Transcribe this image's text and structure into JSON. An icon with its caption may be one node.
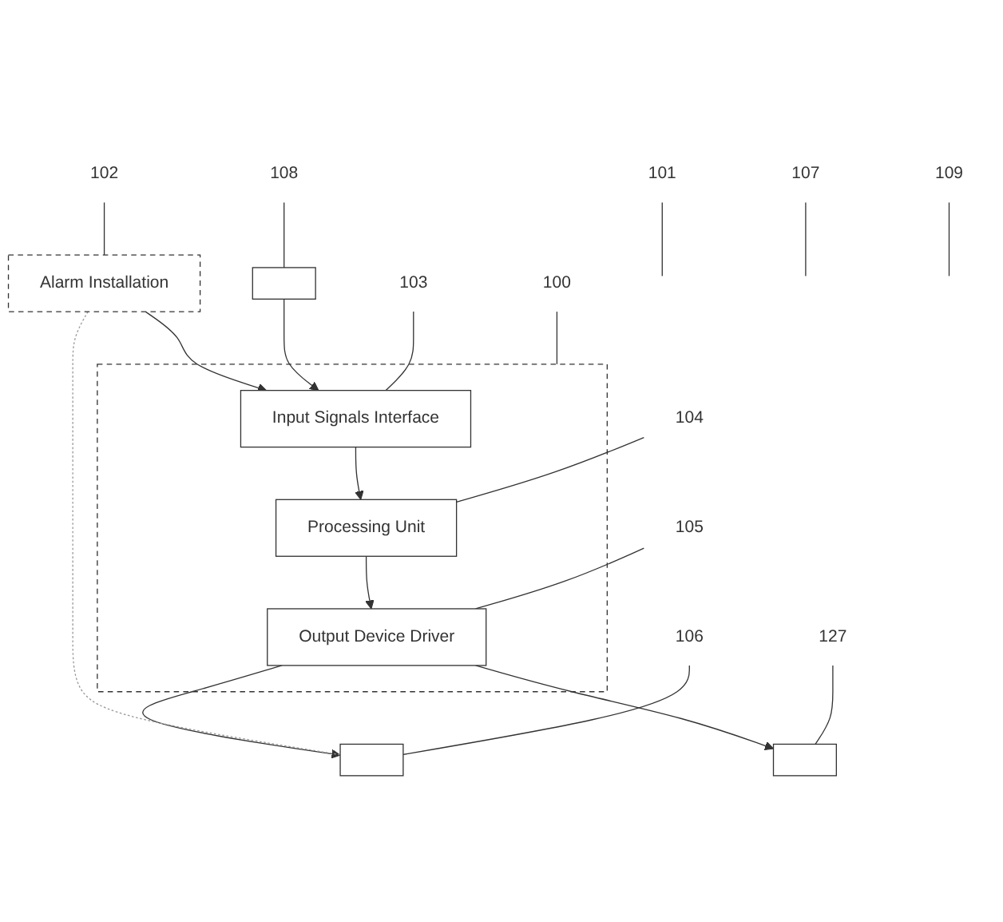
{
  "diagram": {
    "nodes": [
      {
        "text": [
          "Alarm Installation"
        ]
      },
      {
        "text": [],
        "shape": "box"
      },
      {
        "text": [
          "Input Signals Interface"
        ],
        "in": 1
      },
      {
        "text": [
          "Processing Unit"
        ],
        "in": 1
      },
      {
        "text": [
          "Output Device Driver"
        ],
        "in": 1
      },
      {
        "text": [],
        "shape": "box"
      },
      {
        "text": [],
        "shape": "box"
      },
      {
        "text": [],
        "shape": "box"
      },
      {
        "text": [
          "102"
        ]
      },
      {
        "text": [
          "101"
        ]
      },
      {
        "text": [
          "107"
        ]
      },
      {
        "text": [
          "100"
        ]
      },
      {
        "text": [
          "109"
        ]
      },
      {
        "text": [
          "106"
        ]
      },
      {
        "text": [
          "108"
        ]
      },
      {
        "text": [
          "127"
        ]
      },
      {
        "text": [
          "103"
        ]
      },
      {
        "text": [
          "104"
        ]
      },
      {
        "text": [
          "105"
        ]
      }
    ],
    "edges": [
      {
        "from": 0,
        "to": 2,
        "arrow": "to"
      },
      {
        "from": 5,
        "to": 2,
        "arrow": "to"
      },
      {
        "from": 2,
        "to": 3,
        "arrow": "to"
      },
      {
        "from": 3,
        "to": 4,
        "arrow": "to"
      },
      {
        "from": 4,
        "to": 6,
        "arrow": "to"
      },
      {
        "from": 4,
        "to": 7,
        "arrow": "to"
      },
      {
        "from": 0,
        "to": 6,
        "arrow": "none",
        "style": "dashed",
        "color": "#999999"
      },
      {
        "from": 8,
        "to": 0,
        "arrow": "none"
      },
      {
        "from": 9,
        "to": null,
        "arrow": "none"
      },
      {
        "from": 10,
        "to": null,
        "arrow": "none"
      },
      {
        "from": 11,
        "to": 1,
        "arrow": "none"
      },
      {
        "from": 12,
        "to": null,
        "arrow": "none"
      },
      {
        "from": 13,
        "to": 6,
        "arrow": "none"
      },
      {
        "from": 14,
        "to": 5,
        "arrow": "none"
      },
      {
        "from": 15,
        "to": 7,
        "arrow": "none"
      },
      {
        "from": 16,
        "to": 2,
        "arrow": "none"
      },
      {
        "from": 17,
        "to": 3,
        "arrow": "none"
      },
      {
        "from": 18,
        "to": 4,
        "arrow": "none"
      }
    ]
  }
}
